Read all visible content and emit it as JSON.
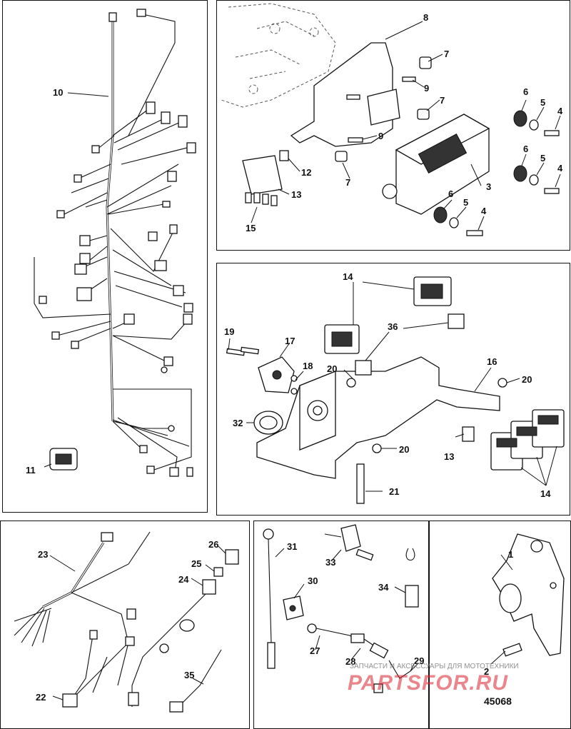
{
  "callouts": [
    "1",
    "2",
    "3",
    "4",
    "5",
    "6",
    "7",
    "8",
    "9",
    "10",
    "11",
    "12",
    "13",
    "14",
    "15",
    "16",
    "17",
    "18",
    "19",
    "20",
    "21",
    "22",
    "23",
    "24",
    "25",
    "26",
    "27",
    "28",
    "29",
    "30",
    "31",
    "32",
    "33",
    "34",
    "35",
    "36"
  ],
  "figure_number": "45068",
  "watermark": {
    "tagline": "ЗАПЧАСТИ И АКСЕССУАРЫ ДЛЯ МОТОТЕХНИКИ",
    "brand": "PARTSFOR.RU",
    "color": "#d9232d"
  }
}
